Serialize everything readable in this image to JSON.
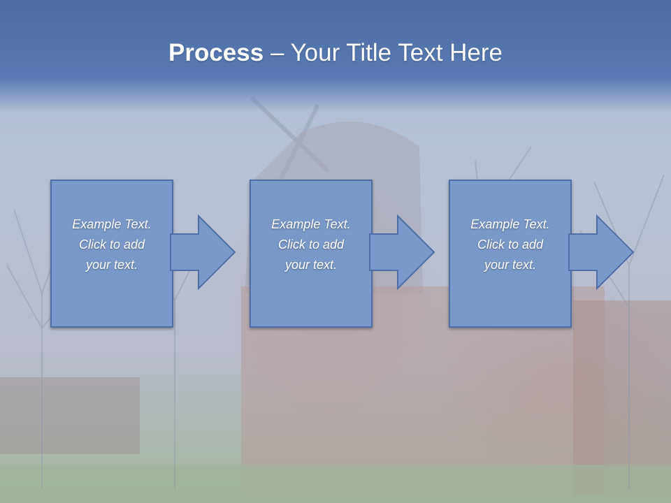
{
  "slide": {
    "title_bold": "Process",
    "title_rest": " – Your Title Text Here"
  },
  "steps": [
    {
      "text": "Example Text.\nClick  to add\nyour text."
    },
    {
      "text": "Example Text.\nClick  to add\nyour text."
    },
    {
      "text": "Example Text.\nClick  to add\nyour text."
    }
  ],
  "colors": {
    "title_band": "#5a7bb6",
    "box_fill": "#7a98c9",
    "box_border": "#4e6ea5"
  }
}
